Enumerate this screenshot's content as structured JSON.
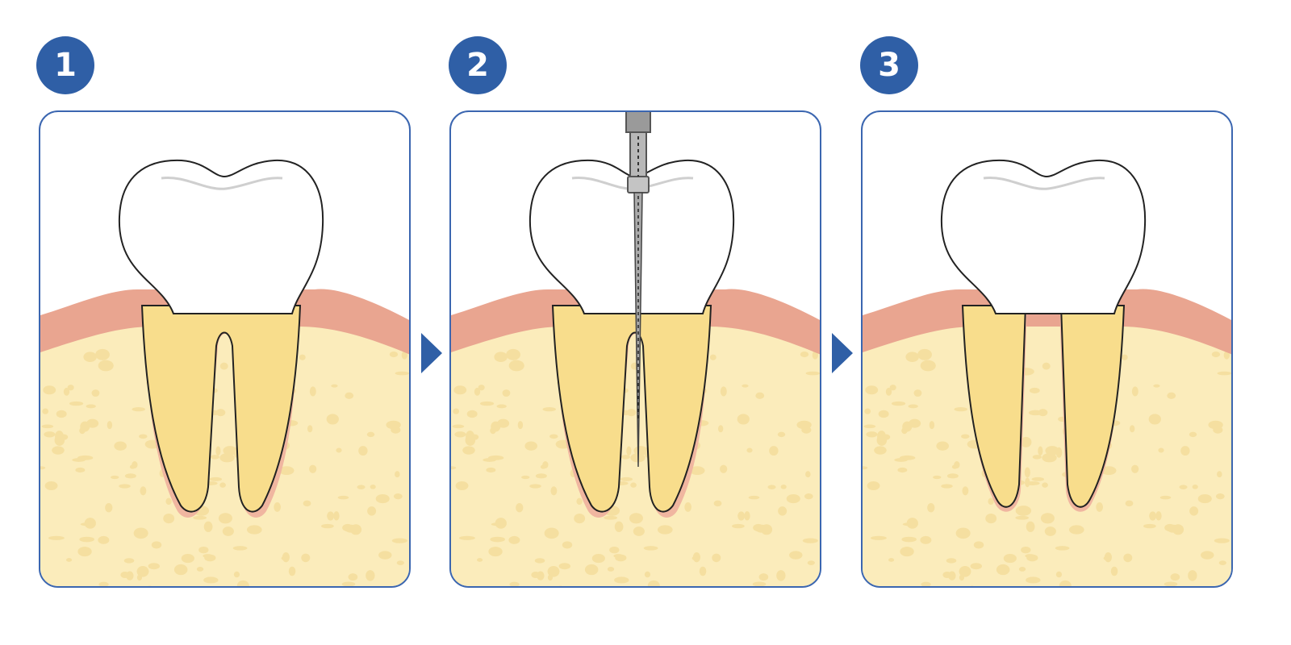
{
  "steps": [
    {
      "number": "1"
    },
    {
      "number": "2"
    },
    {
      "number": "3"
    }
  ],
  "colors": {
    "accent": "#2f5fa6",
    "panel_border": "#3b66b0",
    "gum": "#e9a590",
    "bone": "#fbecbb",
    "bone_spots": "#f5dfa0",
    "root": "#f8dd8c",
    "crown": "#ffffff",
    "outline": "#222222"
  },
  "icons": [
    "step-arrow-icon",
    "endodontic-file-icon",
    "tooth-icon"
  ]
}
